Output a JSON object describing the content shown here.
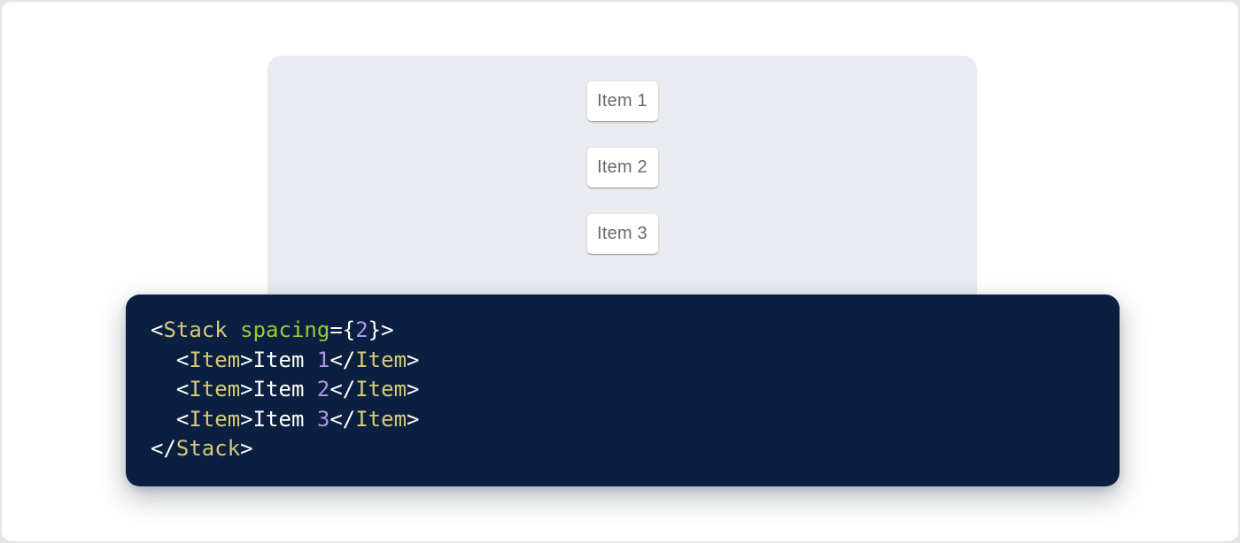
{
  "page": {
    "background": "#ffffff",
    "outer_background": "#e4e6ea",
    "border_color": "#e2e4e8"
  },
  "demo": {
    "panel_background": "#e9ebf1",
    "item_text_color": "#6a6a6a",
    "items": [
      {
        "label": "Item 1"
      },
      {
        "label": "Item 2"
      },
      {
        "label": "Item 3"
      }
    ]
  },
  "code": {
    "background": "#0b2040",
    "colors": {
      "punctuation": "#ffffff",
      "tag": "#d5c877",
      "attribute": "#99cc33",
      "number": "#b094e8",
      "text": "#ffffff"
    },
    "source_text": "<Stack spacing={2}>\n  <Item>Item 1</Item>\n  <Item>Item 2</Item>\n  <Item>Item 3</Item>\n</Stack>",
    "lines": [
      [
        {
          "type": "punctuation",
          "text": "<"
        },
        {
          "type": "tag",
          "text": "Stack"
        },
        {
          "type": "text",
          "text": " "
        },
        {
          "type": "attribute",
          "text": "spacing"
        },
        {
          "type": "punctuation",
          "text": "={"
        },
        {
          "type": "number",
          "text": "2"
        },
        {
          "type": "punctuation",
          "text": "}>"
        }
      ],
      [
        {
          "type": "text",
          "text": "  "
        },
        {
          "type": "punctuation",
          "text": "<"
        },
        {
          "type": "tag",
          "text": "Item"
        },
        {
          "type": "punctuation",
          "text": ">"
        },
        {
          "type": "text",
          "text": "Item "
        },
        {
          "type": "number",
          "text": "1"
        },
        {
          "type": "punctuation",
          "text": "</"
        },
        {
          "type": "tag",
          "text": "Item"
        },
        {
          "type": "punctuation",
          "text": ">"
        }
      ],
      [
        {
          "type": "text",
          "text": "  "
        },
        {
          "type": "punctuation",
          "text": "<"
        },
        {
          "type": "tag",
          "text": "Item"
        },
        {
          "type": "punctuation",
          "text": ">"
        },
        {
          "type": "text",
          "text": "Item "
        },
        {
          "type": "number",
          "text": "2"
        },
        {
          "type": "punctuation",
          "text": "</"
        },
        {
          "type": "tag",
          "text": "Item"
        },
        {
          "type": "punctuation",
          "text": ">"
        }
      ],
      [
        {
          "type": "text",
          "text": "  "
        },
        {
          "type": "punctuation",
          "text": "<"
        },
        {
          "type": "tag",
          "text": "Item"
        },
        {
          "type": "punctuation",
          "text": ">"
        },
        {
          "type": "text",
          "text": "Item "
        },
        {
          "type": "number",
          "text": "3"
        },
        {
          "type": "punctuation",
          "text": "</"
        },
        {
          "type": "tag",
          "text": "Item"
        },
        {
          "type": "punctuation",
          "text": ">"
        }
      ],
      [
        {
          "type": "punctuation",
          "text": "</"
        },
        {
          "type": "tag",
          "text": "Stack"
        },
        {
          "type": "punctuation",
          "text": ">"
        }
      ]
    ]
  }
}
